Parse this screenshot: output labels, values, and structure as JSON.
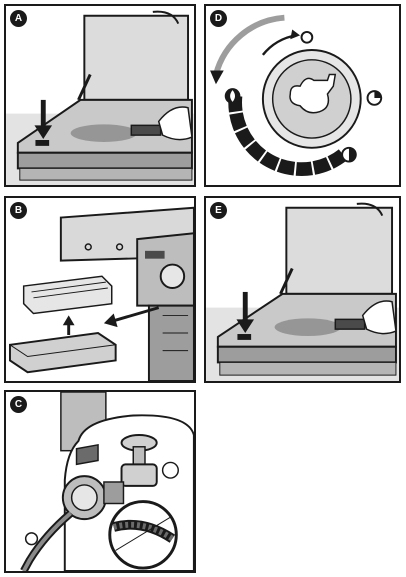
{
  "panels": [
    {
      "label": "A"
    },
    {
      "label": "B"
    },
    {
      "label": "C"
    },
    {
      "label": "D"
    },
    {
      "label": "E"
    }
  ],
  "colors": {
    "ink": "#1a1a1a",
    "panel_gray": "#d9d9d9",
    "mid_gray": "#bdbdbd",
    "dark_gray": "#6b6b6b",
    "grease": "#8a8a8a"
  },
  "icons": {
    "flame": "flame-icon",
    "half_moon": "half-moon-icon",
    "quarter_moon": "quarter-moon-icon",
    "circle": "circle-icon"
  }
}
